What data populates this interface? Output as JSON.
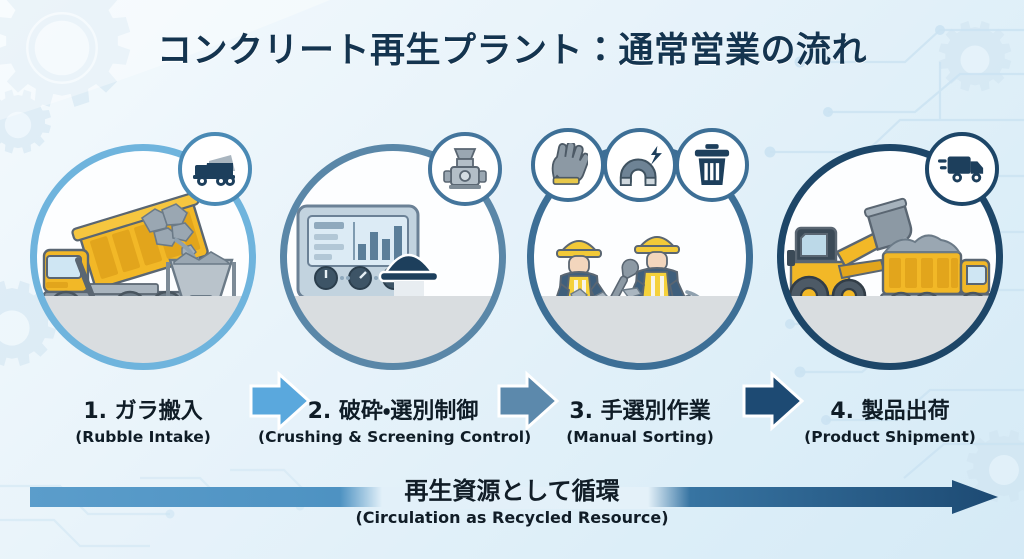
{
  "title": "コンクリート再生プラント：通常営業の流れ",
  "colors": {
    "title_text": "#14344f",
    "bg_start": "#f4fafd",
    "bg_end": "#d5eaf6",
    "ring_1": "#6fb4dd",
    "ring_2": "#5a87a8",
    "ring_3": "#3d6f96",
    "ring_4": "#1d4668",
    "arrow_1": "#5aa8dd",
    "arrow_2": "#5c89ac",
    "arrow_3": "#1d4a73",
    "banner_bar_start": "#5b9dcb",
    "banner_bar_end": "#2f6894",
    "ground": "#d9dde0",
    "truck_yellow": "#f2b827",
    "vest_yellow": "#f5d13b",
    "navy": "#1d3f5c",
    "steel": "#93a6b5"
  },
  "steps": [
    {
      "number": "1.",
      "ja": "1. ガラ搬入",
      "en": "(Rubble Intake)",
      "scene_name": "dump-truck-unloading-rubble-into-hopper",
      "badges": [
        "dump-truck-icon"
      ]
    },
    {
      "number": "2.",
      "ja": "2. 破砕・選別制御",
      "en": "(Crushing & Screening Control)",
      "scene_name": "operator-at-control-monitor-with-crusher",
      "badges": [
        "crusher-machine-icon"
      ]
    },
    {
      "number": "3.",
      "ja": "3. 手選別作業",
      "en": "(Manual Sorting)",
      "scene_name": "two-workers-hand-sorting-on-conveyor-belt",
      "badges": [
        "glove-icon",
        "magnet-icon",
        "trash-bin-icon"
      ]
    },
    {
      "number": "4.",
      "ja": "4. 製品出荷",
      "en": "(Product Shipment)",
      "scene_name": "wheel-loader-loading-dump-truck",
      "badges": [
        "delivery-truck-icon"
      ]
    }
  ],
  "banner": {
    "ja": "再生資源として循環",
    "en": "(Circulation as Recycled Resource)",
    "arrow_direction": "right"
  },
  "decorations": {
    "left": "gear-pattern",
    "right": "circuit-trace-pattern"
  }
}
